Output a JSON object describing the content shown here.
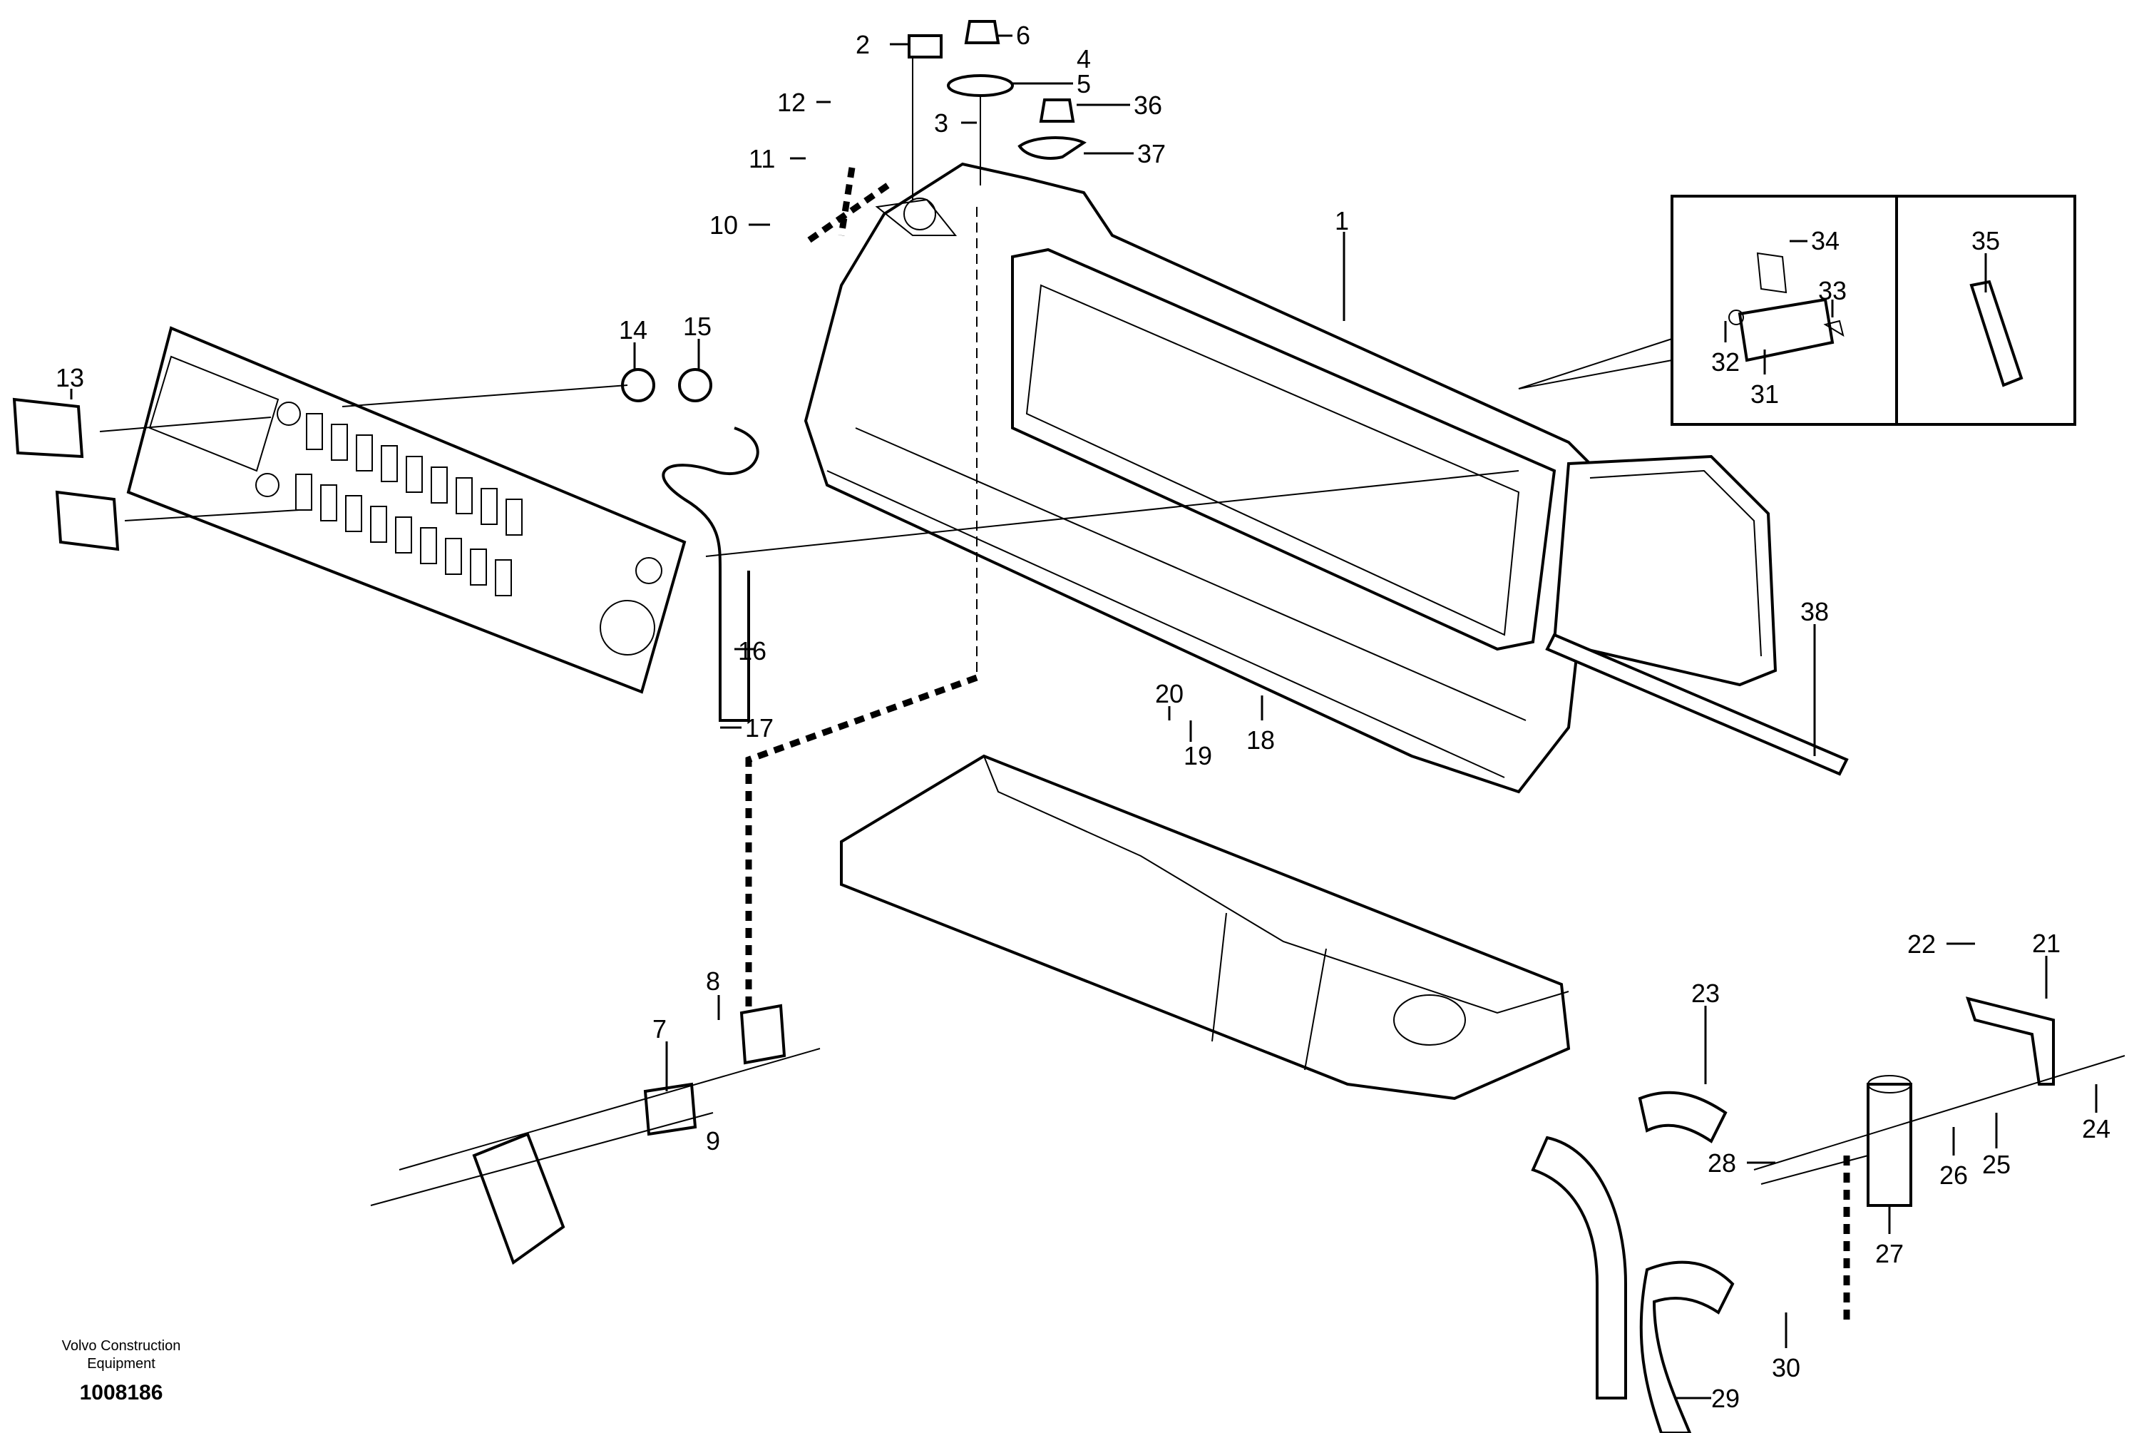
{
  "diagram": {
    "callouts": [
      "1",
      "2",
      "3",
      "4",
      "5",
      "6",
      "7",
      "8",
      "9",
      "10",
      "11",
      "12",
      "13",
      "14",
      "15",
      "16",
      "17",
      "18",
      "19",
      "20",
      "21",
      "22",
      "23",
      "24",
      "25",
      "26",
      "27",
      "28",
      "29",
      "30",
      "31",
      "32",
      "33",
      "34",
      "35",
      "36",
      "37",
      "38"
    ],
    "caption": {
      "line1": "Volvo Construction",
      "line2": "Equipment",
      "code": "1008186"
    }
  }
}
